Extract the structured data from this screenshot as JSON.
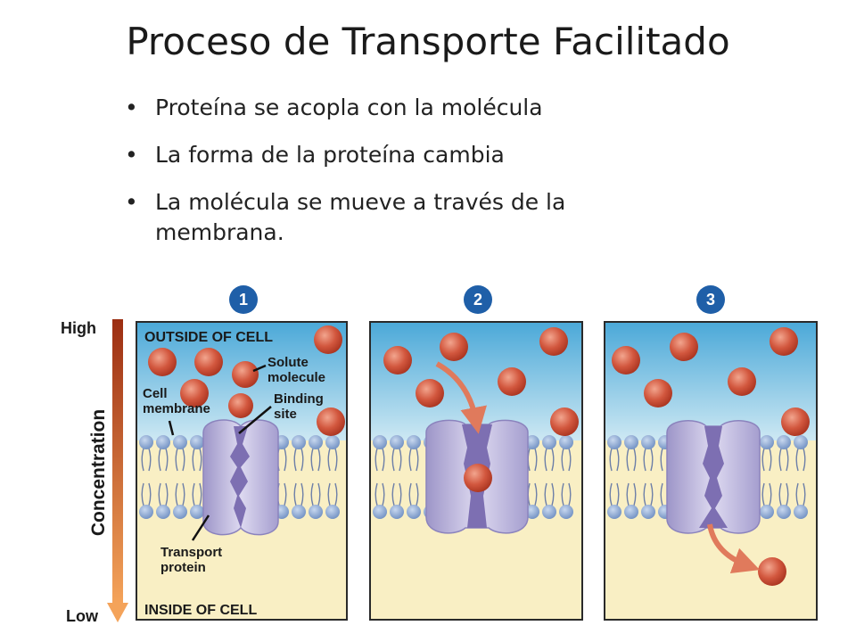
{
  "slide": {
    "title": "Proceso de Transporte Facilitado",
    "bullets": [
      "Proteína se acopla con la molécula",
      "La forma de la proteína cambia",
      "La molécula se mueve a través de la membrana."
    ]
  },
  "figure": {
    "axis": {
      "high": "High",
      "low": "Low",
      "label": "Concentration"
    },
    "panels": [
      {
        "step": "1"
      },
      {
        "step": "2"
      },
      {
        "step": "3"
      }
    ],
    "labels": {
      "outside": "OUTSIDE OF CELL",
      "inside": "INSIDE OF CELL",
      "solute_1": "Solute",
      "solute_2": "molecule",
      "binding_1": "Binding",
      "binding_2": "site",
      "membrane_1": "Cell",
      "membrane_2": "membrane",
      "protein_1": "Transport",
      "protein_2": "protein"
    },
    "colors": {
      "outside_top": "#4aa8d8",
      "outside_bottom": "#cde8f3",
      "inside": "#f9efc4",
      "solute": "#d2573e",
      "protein": "#b3acd6",
      "channel": "#7d6fb2",
      "head": "#7f9fcc",
      "step_badge": "#1f5fa8",
      "axis_top": "#9c2e12",
      "axis_bottom": "#f4a35a"
    }
  }
}
